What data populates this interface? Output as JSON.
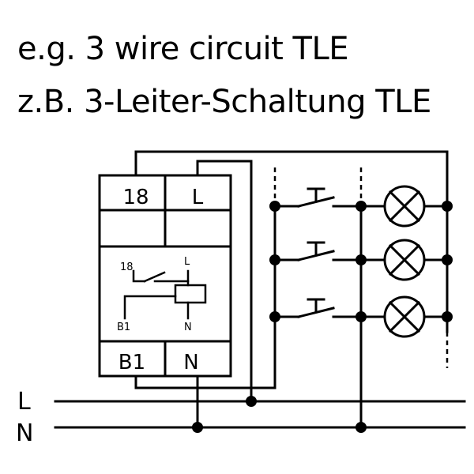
{
  "titles": {
    "english": "e.g. 3 wire circuit TLE",
    "german": "z.B. 3-Leiter-Schaltung TLE"
  },
  "terminals": {
    "top_left": "18",
    "top_right": "L",
    "bottom_left": "B1",
    "bottom_right": "N"
  },
  "schematic_labels": {
    "contact_in": "18",
    "contact_out": "L",
    "coil_in": "B1",
    "coil_out": "N"
  },
  "bus_labels": {
    "line": "L",
    "neutral": "N"
  },
  "components": {
    "push_buttons": 3,
    "lamps": 3
  },
  "colors": {
    "line": "#000000",
    "background": "#ffffff"
  }
}
